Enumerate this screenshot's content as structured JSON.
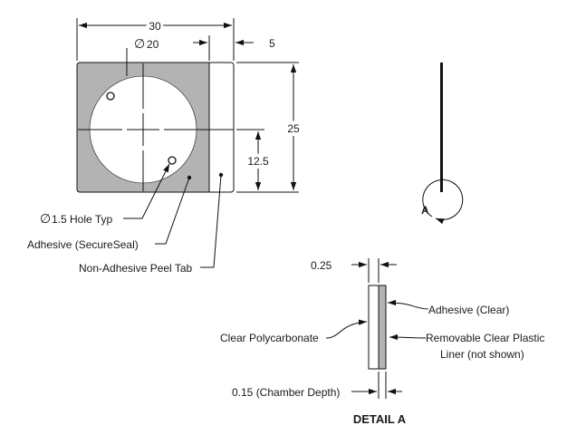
{
  "dimensions": {
    "width": "30",
    "tab_width": "5",
    "chamber_diameter": "20",
    "height": "25",
    "center_height": "12.5",
    "detail_thickness": "0.25",
    "chamber_depth": "0.15 (Chamber Depth)"
  },
  "symbols": {
    "diameter": "∅"
  },
  "callouts": {
    "hole": "1.5 Hole Typ",
    "adhesive": "Adhesive (SecureSeal)",
    "peel_tab": "Non-Adhesive Peel Tab"
  },
  "detail_marker": "A",
  "detail": {
    "title": "DETAIL A",
    "adhesive_label": "Adhesive (Clear)",
    "polycarbonate_label": "Clear Polycarbonate",
    "liner_label_line1": "Removable Clear Plastic",
    "liner_label_line2": "Liner (not shown)"
  },
  "colors": {
    "adhesive_fill": "#b3b3b3",
    "peel_tab_fill": "#ffffff",
    "line": "#111111"
  }
}
